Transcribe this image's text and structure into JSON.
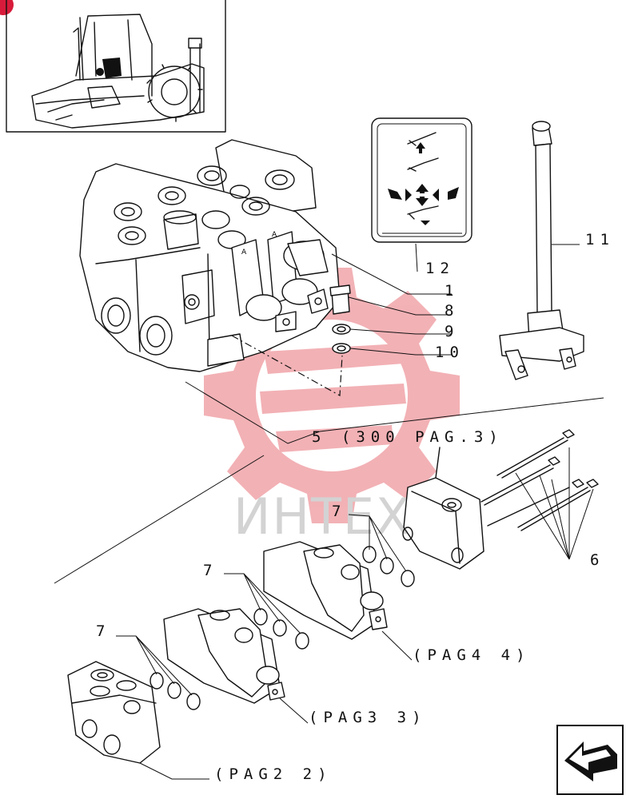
{
  "diagram": {
    "callouts": [
      {
        "id": "c1",
        "label": "1"
      },
      {
        "id": "c5",
        "label": "5 (300 PAG.3)"
      },
      {
        "id": "c6",
        "label": "6"
      },
      {
        "id": "c7a",
        "label": "7"
      },
      {
        "id": "c7b",
        "label": "7"
      },
      {
        "id": "c7c",
        "label": "7"
      },
      {
        "id": "c8",
        "label": "8"
      },
      {
        "id": "c9",
        "label": "9"
      },
      {
        "id": "c10",
        "label": "10"
      },
      {
        "id": "c11",
        "label": "11"
      },
      {
        "id": "c12",
        "label": "12"
      },
      {
        "id": "pag44",
        "label": "(PAG4 4)"
      },
      {
        "id": "pag33",
        "label": "(PAG3 3)"
      },
      {
        "id": "pag22",
        "label": "(PAG2 2)"
      }
    ],
    "watermark": {
      "text": "ИНТЕХ",
      "color": "#e8737a"
    },
    "colors": {
      "ink": "#111111",
      "background": "#ffffff",
      "watermark_red": "#e8737a",
      "corner_badge": "#d81b3a"
    },
    "icons": {
      "nav_arrow": "arrow-back-icon",
      "lever_decal": "control-pattern-decal-icon"
    }
  }
}
